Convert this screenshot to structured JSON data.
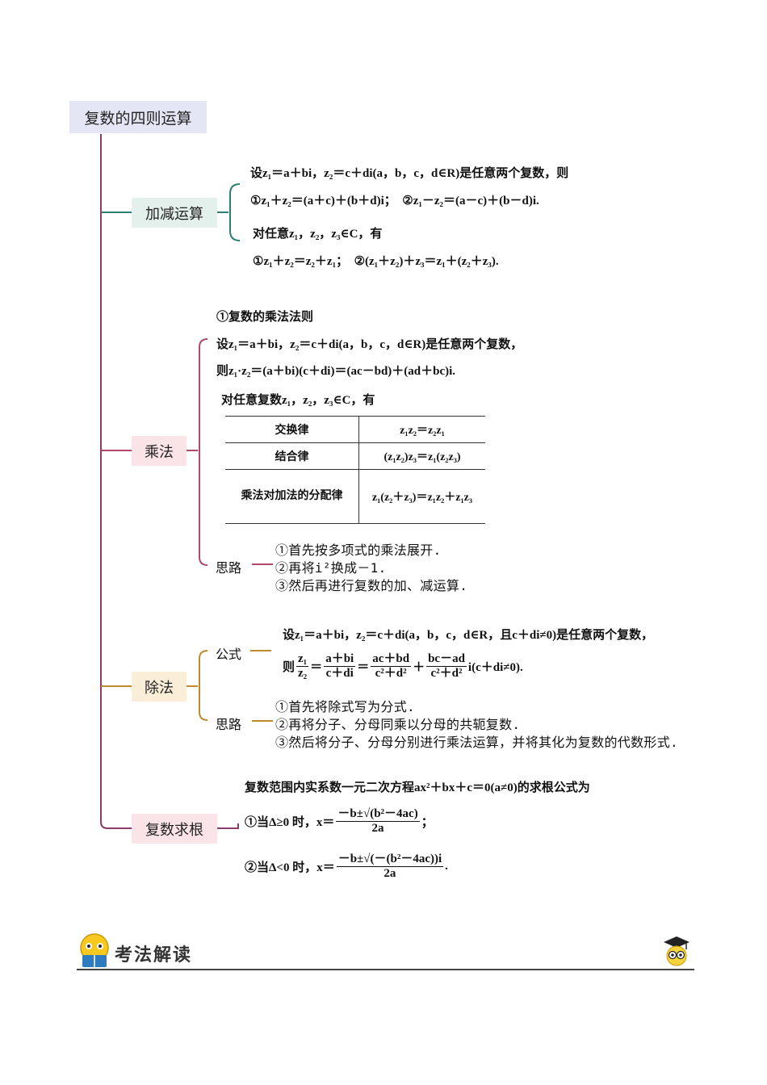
{
  "title": "复数的四则运算",
  "add": {
    "label": "加减运算",
    "line1": "设z₁＝a＋bi，z₂＝c＋di(a，b，c，d∈R)是任意两个复数，则",
    "line2": "①z₁＋z₂＝(a＋c)＋(b＋d)i；　②z₁－z₂＝(a－c)＋(b－d)i.",
    "line3": "对任意z₁，z₂，z₃∈C，有",
    "line4": "①z₁＋z₂＝z₂＋z₁；　②(z₁＋z₂)＋z₃＝z₁＋(z₂＋z₃)."
  },
  "mul": {
    "label": "乘法",
    "heading": "①复数的乘法法则",
    "line1": "设z₁＝a＋bi，z₂＝c＋di(a，b，c，d∈R)是任意两个复数，",
    "line2": "则z₁·z₂＝(a＋bi)(c＋di)＝(ac－bd)＋(ad＋bc)i.",
    "line3": "对任意复数z₁，z₂，z₃∈C，有",
    "table": [
      [
        "交换律",
        "z₁z₂＝z₂z₁"
      ],
      [
        "结合律",
        "(z₁z₂)z₃＝z₁(z₂z₃)"
      ],
      [
        "乘法对加法的分配律",
        "z₁(z₂＋z₃)＝z₁z₂＋z₁z₃"
      ]
    ],
    "idea_label": "思路",
    "ideas": [
      "①首先按多项式的乘法展开.",
      "②再将i²换成－1.",
      "③然后再进行复数的加、减运算."
    ]
  },
  "div": {
    "label": "除法",
    "formula_label": "公式",
    "line1": "设z₁＝a＋bi，z₂＝c＋di(a，b，c，d∈R，且c＋di≠0)是任意两个复数，",
    "pre": "则",
    "f1_num": "z₁",
    "f1_den": "z₂",
    "f2_num": "a＋bi",
    "f2_den": "c＋di",
    "f3_num": "ac＋bd",
    "f3_den": "c²＋d²",
    "f4_num": "bc－ad",
    "f4_den": "c²＋d²",
    "tail": "i(c＋di≠0).",
    "idea_label": "思路",
    "ideas": [
      "①首先将除式写为分式.",
      "②再将分子、分母同乘以分母的共轭复数.",
      "③然后将分子、分母分别进行乘法运算，并将其化为复数的代数形式."
    ]
  },
  "root": {
    "label": "复数求根",
    "heading": "复数范围内实系数一元二次方程ax²＋bx＋c＝0(a≠0)的求根公式为",
    "c1_pre": "①当Δ≥0 时，x＝",
    "c1_num": "－b±√(b²－4ac)",
    "c1_den": "2a",
    "c1_end": "；",
    "c2_pre": "②当Δ<0 时，x＝",
    "c2_num": "－b±√(－(b²－4ac))i",
    "c2_den": "2a",
    "c2_end": "."
  },
  "footer": {
    "title": "考法解读"
  },
  "colors": {
    "trunk": "#8e3a6a",
    "add": "#2e7d73",
    "mul": "#b2476a",
    "div": "#c08a2c",
    "root": "#8e3a6a"
  }
}
